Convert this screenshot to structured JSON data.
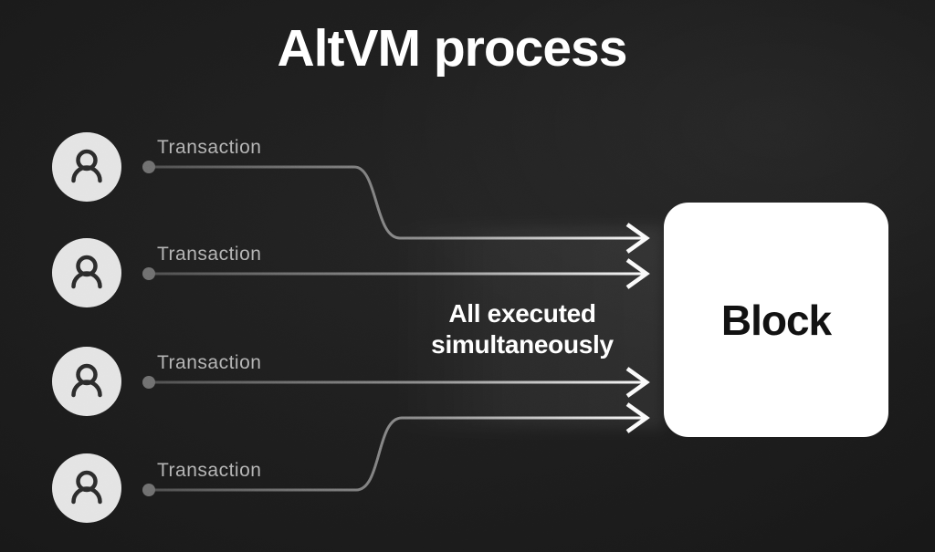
{
  "title": "AltVM process",
  "transactions": [
    {
      "label": "Transaction"
    },
    {
      "label": "Transaction"
    },
    {
      "label": "Transaction"
    },
    {
      "label": "Transaction"
    }
  ],
  "annotation": {
    "line1": "All executed",
    "line2": "simultaneously"
  },
  "block": {
    "label": "Block"
  },
  "icons": {
    "avatar": "user-icon",
    "arrow": "arrow-right-icon",
    "dot": "line-start-dot"
  },
  "colors": {
    "background": "#191919",
    "title_text": "#ffffff",
    "label_text": "#b3b3b3",
    "line_gradient_start": "#4f4f4f",
    "line_gradient_end": "#fafafa",
    "dot": "#6f6f6f",
    "avatar_fill": "#e4e4e4",
    "avatar_glyph": "#2b2b2b",
    "block_fill": "#ffffff",
    "block_text": "#111111",
    "annotation_text": "#ffffff"
  }
}
